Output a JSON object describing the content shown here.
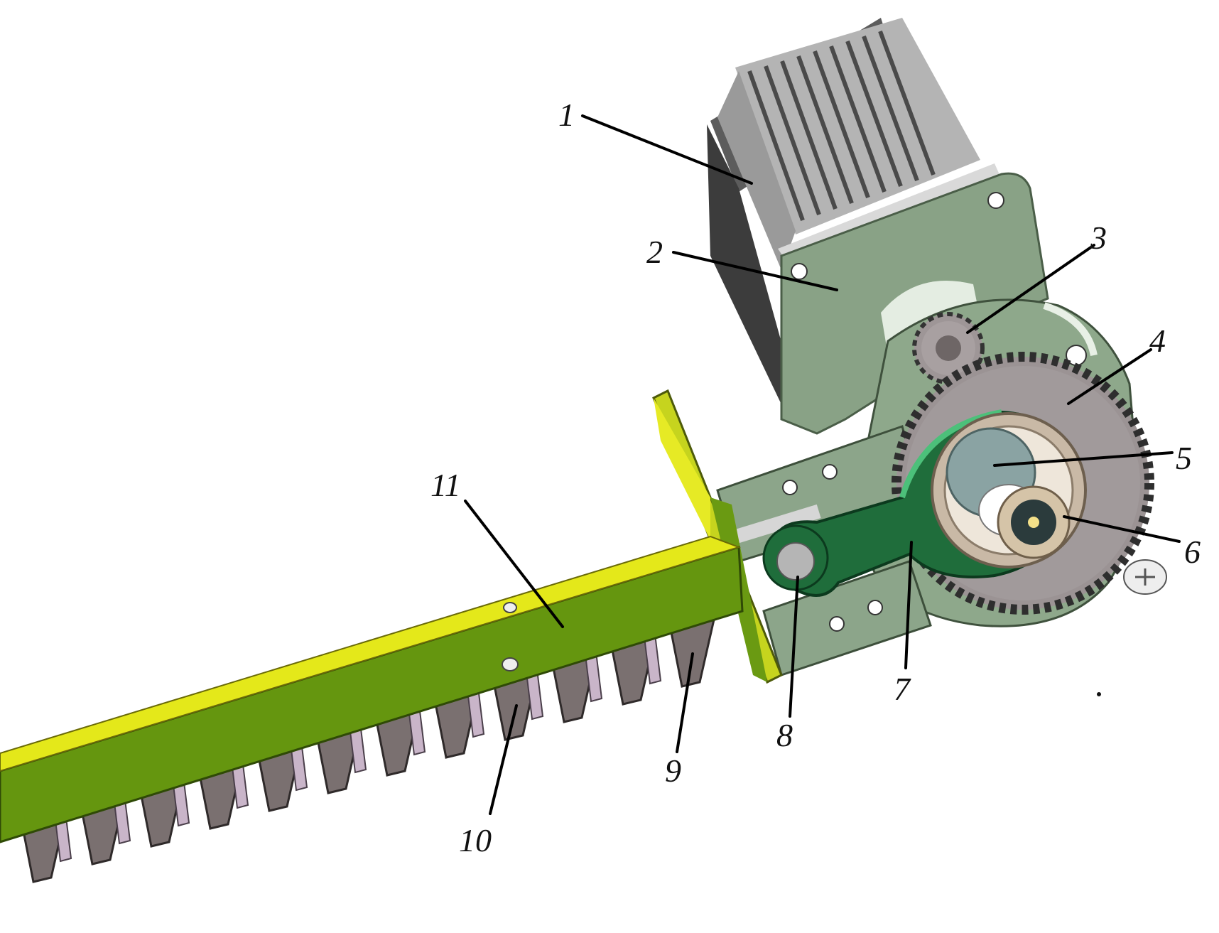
{
  "diagram": {
    "title": "",
    "callouts": [
      {
        "id": "1",
        "label": "1"
      },
      {
        "id": "2",
        "label": "2"
      },
      {
        "id": "3",
        "label": "3"
      },
      {
        "id": "4",
        "label": "4"
      },
      {
        "id": "5",
        "label": "5"
      },
      {
        "id": "6",
        "label": "6"
      },
      {
        "id": "7",
        "label": "7"
      },
      {
        "id": "8",
        "label": "8"
      },
      {
        "id": "9",
        "label": "9"
      },
      {
        "id": "10",
        "label": "10"
      },
      {
        "id": "11",
        "label": "11"
      }
    ]
  },
  "colors": {
    "motor_gray": "#a9a9a9",
    "motor_dark": "#5e5e5e",
    "housing_green": "#87a085",
    "housing_light": "#dbe8d8",
    "gear_gray": "#9c9495",
    "crank_green": "#1e6e3c",
    "bar_green": "#64960f",
    "bar_yellow": "#e2e619",
    "blade_gray": "#7b7171",
    "blade_pink": "#c8b4c8"
  }
}
